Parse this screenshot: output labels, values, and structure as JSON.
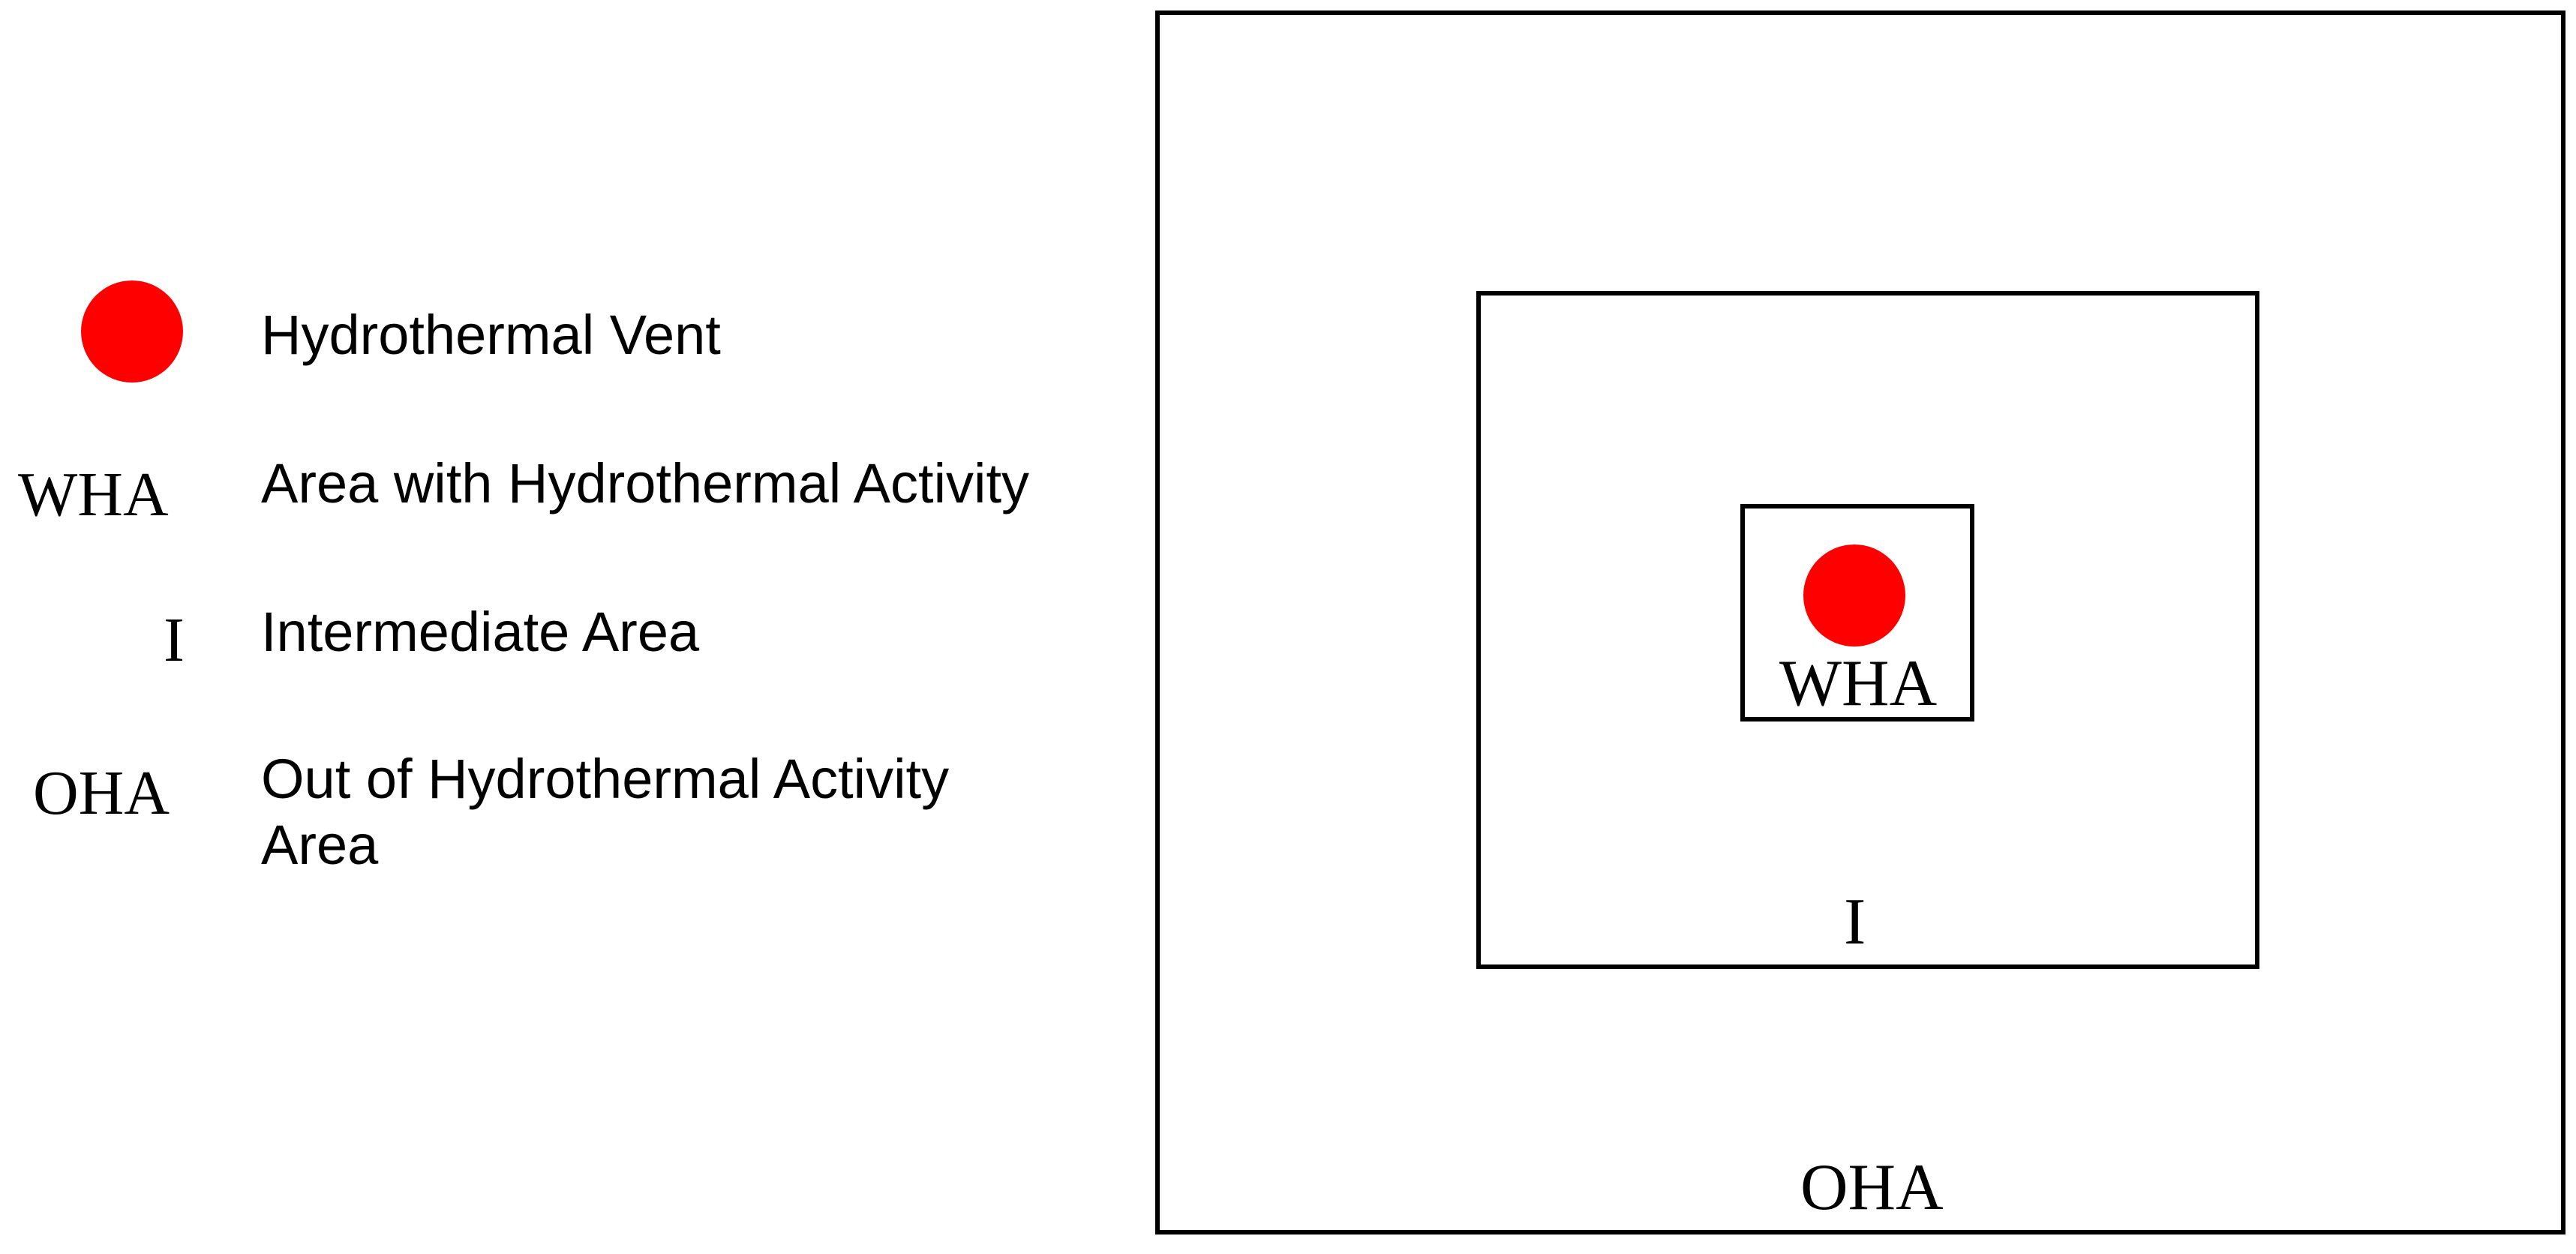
{
  "colors": {
    "vent": "#ff0000",
    "line": "#000000",
    "background": "#ffffff"
  },
  "legend": {
    "items": [
      {
        "symbol": "",
        "symbol_type": "red-dot",
        "label": "Hydrothermal Vent"
      },
      {
        "symbol": "WHA",
        "symbol_type": "text",
        "label": "Area with Hydrothermal Activity"
      },
      {
        "symbol": "I",
        "symbol_type": "text",
        "label": "Intermediate Area"
      },
      {
        "symbol": "OHA",
        "symbol_type": "text",
        "label_line1": "Out of Hydrothermal Activity",
        "label_line2": "Area"
      }
    ]
  },
  "diagram": {
    "outer_label": "OHA",
    "middle_label": "I",
    "inner_label": "WHA"
  }
}
